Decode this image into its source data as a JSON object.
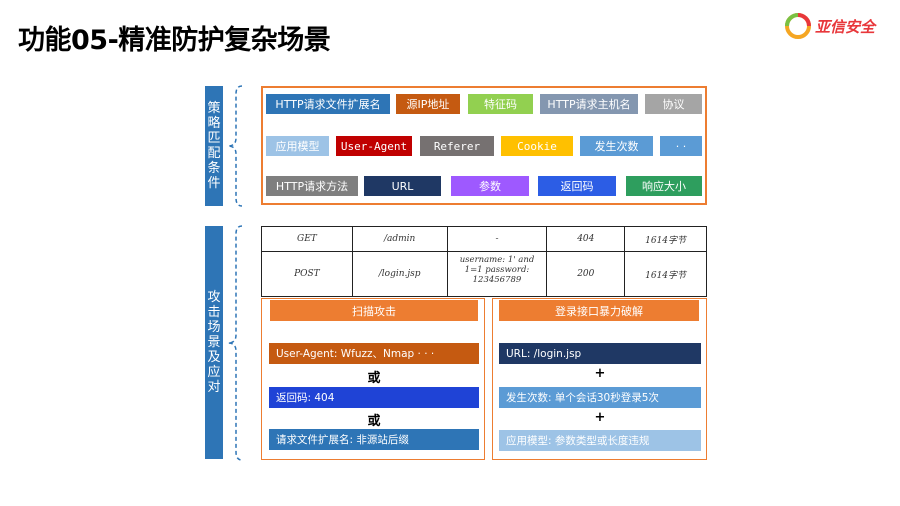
{
  "title": "功能05-精准防护复杂场景",
  "logo": {
    "text": "亚信安全",
    "icon": "asiainfo-logo-icon"
  },
  "sections": {
    "policy_label": [
      "策",
      "略",
      "匹",
      "配",
      "条",
      "件"
    ],
    "scene_label": [
      "攻",
      "击",
      "场",
      "景",
      "及",
      "应",
      "对"
    ]
  },
  "policy_tags": [
    {
      "label": "HTTP请求文件扩展名",
      "color": "#2e75b6"
    },
    {
      "label": "源IP地址",
      "color": "#c55a11"
    },
    {
      "label": "特征码",
      "color": "#92d050"
    },
    {
      "label": "HTTP请求主机名",
      "color": "#8497b0"
    },
    {
      "label": "协议",
      "color": "#a5a5a5"
    },
    {
      "label": "应用模型",
      "color": "#9dc3e6"
    },
    {
      "label": "User-Agent",
      "color": "#c00000"
    },
    {
      "label": "Referer",
      "color": "#767171"
    },
    {
      "label": "Cookie",
      "color": "#ffc000"
    },
    {
      "label": "发生次数",
      "color": "#5b9bd5"
    },
    {
      "label": "· ·",
      "color": "#5b9bd5"
    },
    {
      "label": "HTTP请求方法",
      "color": "#7f7f7f"
    },
    {
      "label": "URL",
      "color": "#1f3864"
    },
    {
      "label": "参数",
      "color": "#9e59ff"
    },
    {
      "label": "返回码",
      "color": "#2c5de5"
    },
    {
      "label": "响应大小",
      "color": "#2e9e5e"
    }
  ],
  "log_table": {
    "rows": [
      [
        "GET",
        "/admin",
        "-",
        "404",
        "1614字节"
      ],
      [
        "POST",
        "/login.jsp",
        "username: 1' and 1=1 password: 123456789",
        "200",
        "1614字节"
      ]
    ]
  },
  "scan_panel": {
    "header": "扫描攻击",
    "items": [
      "User-Agent: Wfuzz、Nmap · · ·",
      "返回码: 404",
      "请求文件扩展名: 非源站后缀"
    ],
    "connectors": [
      "或",
      "或"
    ]
  },
  "brute_panel": {
    "header": "登录接口暴力破解",
    "items": [
      "URL: /login.jsp",
      "发生次数: 单个会话30秒登录5次",
      "应用模型: 参数类型或长度违规"
    ],
    "connectors": [
      "+",
      "+"
    ]
  },
  "colors": {
    "accent_orange": "#ed7d31",
    "label_blue": "#2e75b6",
    "scan_ua": "#c55a11",
    "scan_code": "#1f43d6",
    "scan_ext": "#2e75b6",
    "brute_url": "#1f3864",
    "brute_count": "#5b9bd5",
    "brute_model": "#9dc3e6"
  }
}
